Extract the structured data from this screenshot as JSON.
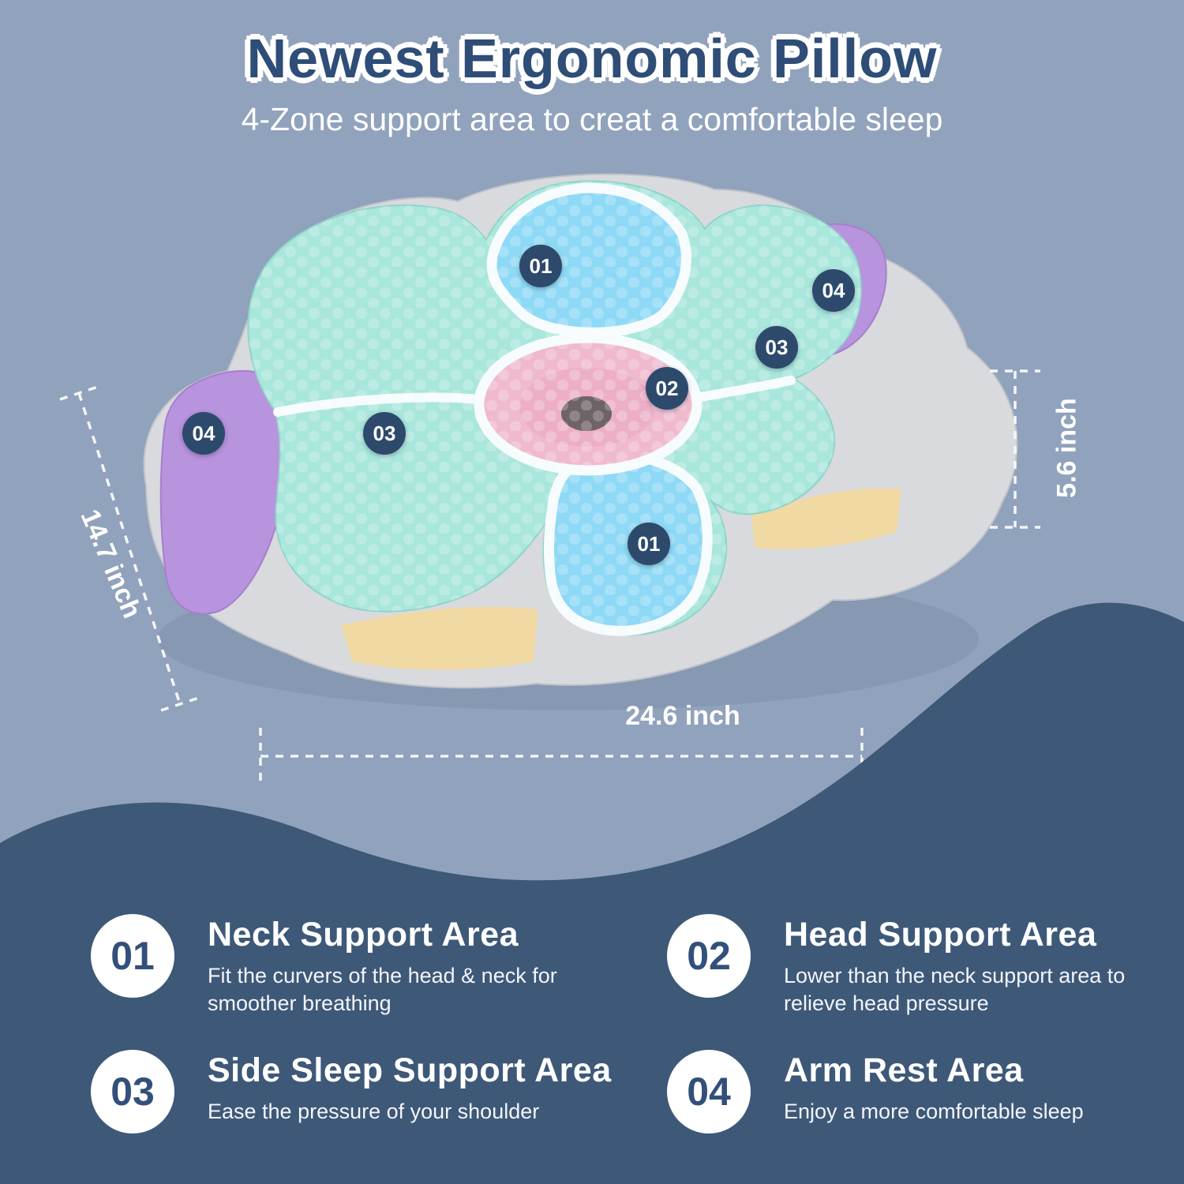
{
  "colors": {
    "background": "#91a2bc",
    "wave_navy": "#3e5878",
    "title_navy": "#2e4d77",
    "badge_navy": "#2d4a6d",
    "pillow_teal": "#a9e6db",
    "zone_blue": "#8ed9f5",
    "zone_pink": "#f0bace",
    "zone_purple": "#b893de",
    "accent_yellow": "#f1d9a4",
    "base_gray": "#d8dadd"
  },
  "header": {
    "title": "Newest Ergonomic Pillow",
    "subtitle": "4-Zone support area to creat a comfortable sleep"
  },
  "dimensions": {
    "depth": "14.7 inch",
    "height": "5.6 inch",
    "width": "24.6 inch"
  },
  "badges": [
    {
      "num": "01"
    },
    {
      "num": "04"
    },
    {
      "num": "03"
    },
    {
      "num": "02"
    },
    {
      "num": "04"
    },
    {
      "num": "03"
    },
    {
      "num": "01"
    }
  ],
  "features": [
    {
      "num": "01",
      "title": "Neck Support Area",
      "desc": "Fit the curvers of the head & neck for smoother breathing"
    },
    {
      "num": "02",
      "title": "Head Support Area",
      "desc": "Lower than the neck support area to relieve head pressure"
    },
    {
      "num": "03",
      "title": "Side Sleep Support Area",
      "desc": "Ease the pressure of your shoulder"
    },
    {
      "num": "04",
      "title": "Arm Rest Area",
      "desc": "Enjoy a more comfortable sleep"
    }
  ]
}
